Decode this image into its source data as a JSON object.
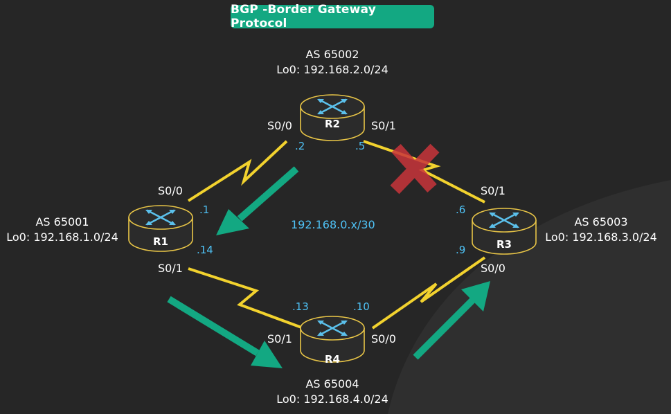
{
  "title": "BGP -Border Gateway Protocol",
  "network_label": "192.168.0.x/30",
  "routers": {
    "r1": {
      "name": "R1",
      "as": "AS 65001",
      "loopback": "Lo0: 192.168.1.0/24"
    },
    "r2": {
      "name": "R2",
      "as": "AS 65002",
      "loopback": "Lo0: 192.168.2.0/24"
    },
    "r3": {
      "name": "R3",
      "as": "AS 65003",
      "loopback": "Lo0: 192.168.3.0/24"
    },
    "r4": {
      "name": "R4",
      "as": "AS 65004",
      "loopback": "Lo0: 192.168.4.0/24"
    }
  },
  "interfaces": {
    "r1_s00": "S0/0",
    "r1_s01": "S0/1",
    "r2_s00": "S0/0",
    "r2_s01": "S0/1",
    "r3_s01": "S0/1",
    "r3_s00": "S0/0",
    "r4_s01": "S0/1",
    "r4_s00": "S0/0"
  },
  "ips": {
    "r1_s00": ".1",
    "r1_s01": ".14",
    "r2_s00": ".2",
    "r2_s01": ".5",
    "r3_s01": ".6",
    "r3_s00": ".9",
    "r4_s01": ".13",
    "r4_s00": ".10"
  },
  "links": [
    {
      "from": "R1",
      "to": "R2",
      "status": "up"
    },
    {
      "from": "R2",
      "to": "R3",
      "status": "down"
    },
    {
      "from": "R1",
      "to": "R4",
      "status": "up"
    },
    {
      "from": "R4",
      "to": "R3",
      "status": "up"
    }
  ],
  "traffic_path": [
    "R2",
    "R1",
    "R4",
    "R3"
  ],
  "colors": {
    "background": "#262626",
    "title_bg": "#13a882",
    "link": "#f2d22e",
    "arrow": "#13a882",
    "ip_text": "#4fc3f7",
    "router_outline": "#e8c547",
    "failure_mark": "#c9353a"
  }
}
